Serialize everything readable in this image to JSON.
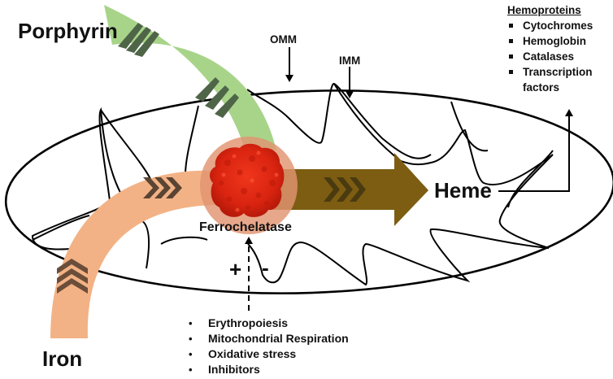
{
  "diagram": {
    "title": "Heme synthesis by ferrochelatase in the mitochondrion",
    "inputs": [
      {
        "label": "Porphyrin",
        "color": "#a8d48a",
        "chevron_color": "#4f6548"
      },
      {
        "label": "Iron",
        "color": "#f3b285",
        "chevron_color": "#6b4e3a"
      }
    ],
    "enzyme": {
      "label": "Ferrochelatase",
      "halo_color": "#e29470",
      "protein_color": "#e02a12"
    },
    "product": {
      "label": "Heme",
      "arrow_color": "#7d5d12",
      "chevron_color": "#4a3a10"
    },
    "membranes": {
      "outer": "OMM",
      "inner": "IMM"
    },
    "regulation": {
      "positive_sign": "+",
      "negative_sign": "-",
      "factors": [
        "Erythropoiesis",
        "Mitochondrial Respiration",
        "Oxidative stress",
        "Inhibitors"
      ]
    },
    "hemoproteins": {
      "title": "Hemoproteins",
      "items": [
        "Cytochromes",
        "Hemoglobin",
        "Catalases",
        "Transcription factors"
      ]
    }
  }
}
